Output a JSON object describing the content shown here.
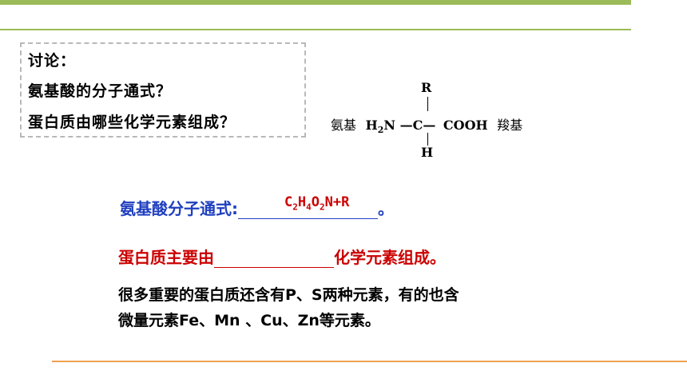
{
  "colors": {
    "accent_green": "#9bbb59",
    "accent_orange": "#f0a050",
    "blue_text": "#1f3fbf",
    "red_text": "#cc0000",
    "dashed_border": "#b8b8b8"
  },
  "discussion": {
    "line1": "讨论：",
    "line2": "氨基酸的分子通式？",
    "line3": "蛋白质由哪些化学元素组成？"
  },
  "structure": {
    "left_label": "氨基",
    "amino_group": "H",
    "amino_sub": "2",
    "amino_n": "N",
    "left_bond": "—",
    "carbon": "C",
    "right_bond": "—",
    "carboxyl": "COOH",
    "right_label": "羧基",
    "top_group": "R",
    "bottom_group": "H"
  },
  "formula": {
    "label": "氨基酸分子通式:",
    "end_mark": "。",
    "answer": {
      "c": "C",
      "c_sub": "2",
      "h": "H",
      "h_sub": "4",
      "o": "O",
      "o_sub": "2",
      "rest": "N+R"
    }
  },
  "elements": {
    "prefix": "蛋白质主要由",
    "suffix": "化学元素组成。"
  },
  "note": {
    "line1": "很多重要的蛋白质还含有P、S两种元素，有的也含",
    "line2": "微量元素Fe、Mn 、Cu、Zn等元素。"
  }
}
